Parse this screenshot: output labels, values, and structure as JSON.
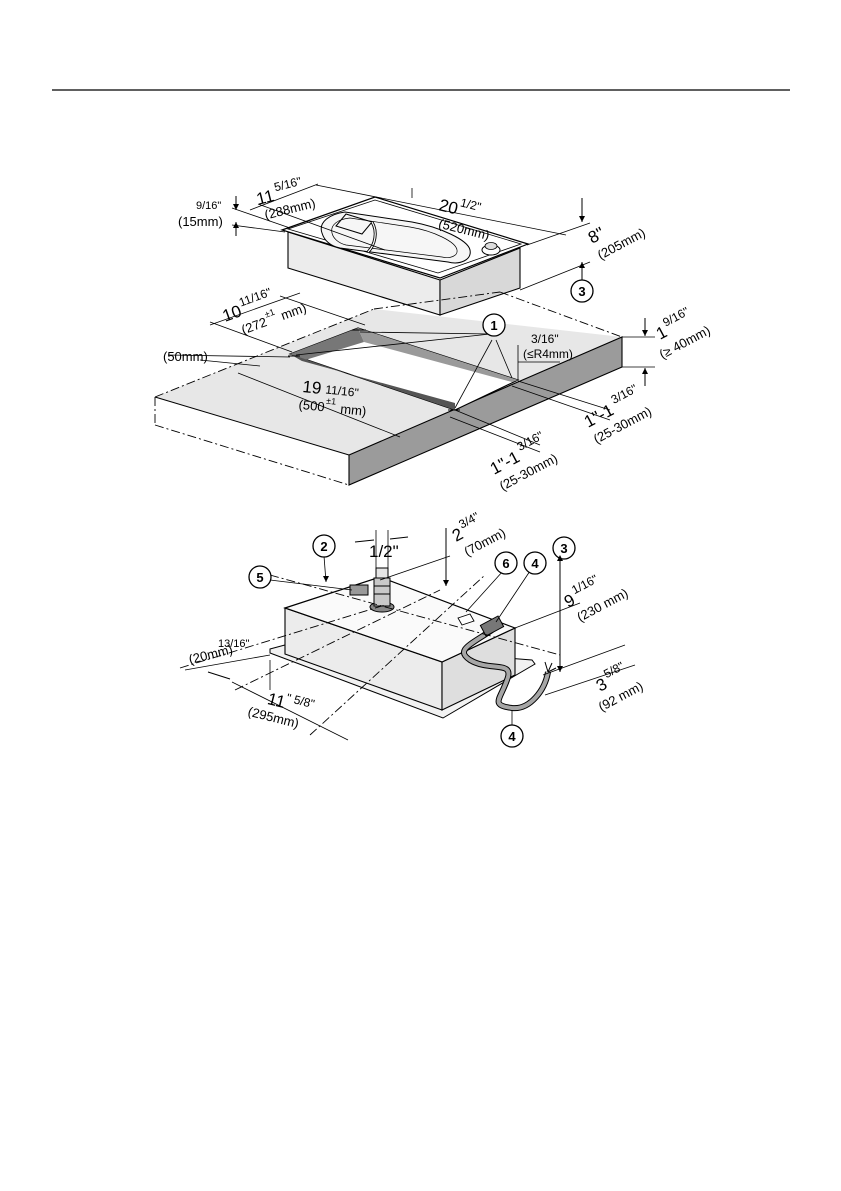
{
  "dimensions": {
    "d_9_16": "9/16\"",
    "d_15mm": "(15mm)",
    "d_11_int": "11",
    "d_11_frac": "5/16\"",
    "d_288mm": "(288mm)",
    "d_20_int": "20",
    "d_20_frac": "1/2\"",
    "d_520mm": "(520mm)",
    "d_8": "8\"",
    "d_205mm": "(205mm)",
    "d_10_int": "10",
    "d_10_frac": "11/16\"",
    "d_272": "(272",
    "d_272_tol": "±1",
    "d_272_unit": "mm)",
    "d_3_16": "3/16\"",
    "d_R4": "(≤R4mm)",
    "d_1_int": "1",
    "d_1_frac": "9/16\"",
    "d_40mm": "(≥ 40mm)",
    "d_50mm": "(50mm)",
    "d_19_int": "19",
    "d_19_frac": "11/16\"",
    "d_500": "(500",
    "d_500_tol": "±1",
    "d_500_unit": "mm)",
    "d_1to1a_int": "1\"-1",
    "d_1to1a_frac": "3/16\"",
    "d_25_30a": "(25-30mm)",
    "d_1to1b_int": "1\"-1",
    "d_1to1b_frac": "3/16\"",
    "d_25_30b": "(25-30mm)",
    "d_half": "1/2\"",
    "d_2_int": "2",
    "d_2_frac": "3/4\"",
    "d_70mm": "(70mm)",
    "d_9_int": "9",
    "d_9_frac": "1/16\"",
    "d_230mm": "(230 mm)",
    "d_13_16": "13/16\"",
    "d_20mm": "(20mm)",
    "d_11b_int": "11",
    "d_11b_frac": "\" 5/8\"",
    "d_295mm": "(295mm)",
    "d_3_int": "3",
    "d_3_frac": "5/8\"",
    "d_92mm": "(92 mm)"
  },
  "callouts": {
    "c1": "1",
    "c2": "2",
    "c3_top": "3",
    "c3_bottom": "3",
    "c4_top": "4",
    "c4_bottom": "4",
    "c5": "5",
    "c6": "6"
  }
}
